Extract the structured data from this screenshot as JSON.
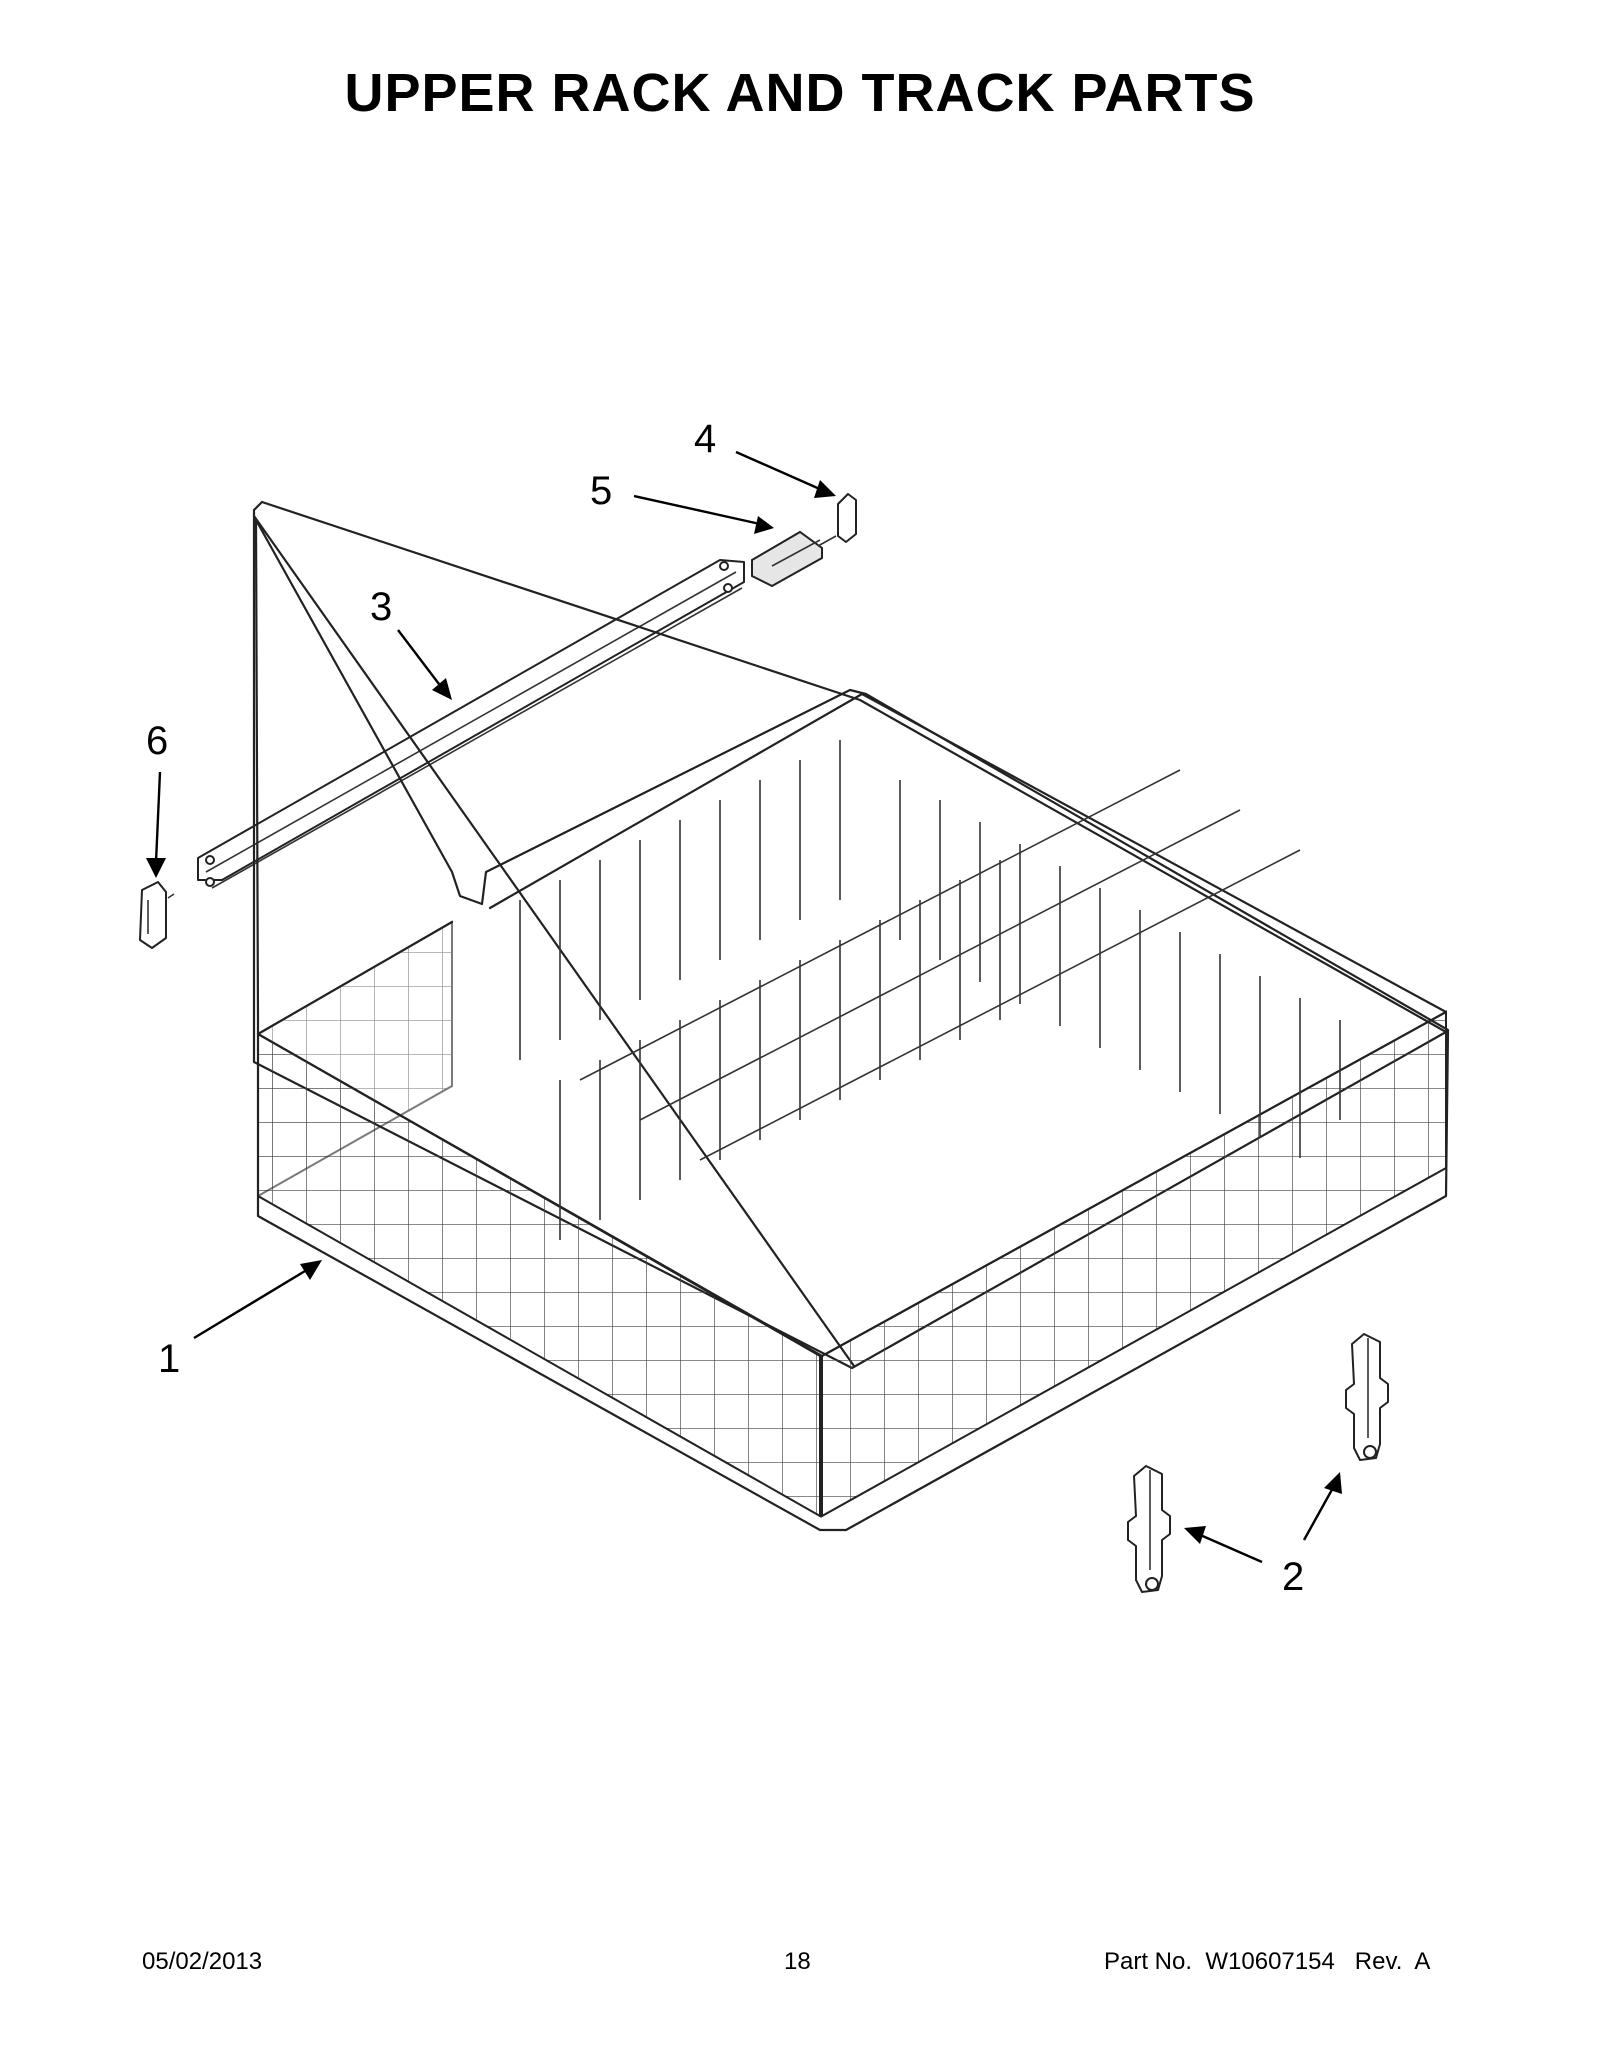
{
  "title": "UPPER RACK AND TRACK PARTS",
  "callouts": {
    "c1": "1",
    "c2": "2",
    "c3": "3",
    "c4": "4",
    "c5": "5",
    "c6": "6"
  },
  "footer": {
    "date": "05/02/2013",
    "page": "18",
    "part_no": "Part No.  W10607154   Rev.  A"
  }
}
